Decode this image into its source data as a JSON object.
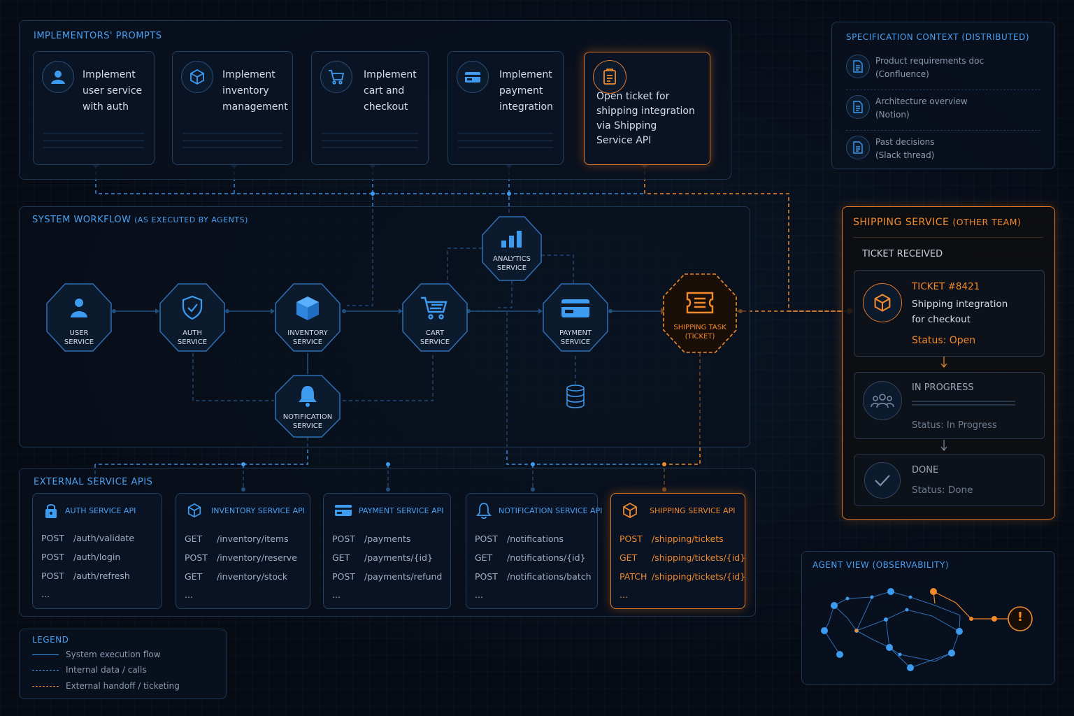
{
  "prompts": {
    "title": "IMPLEMENTORS' PROMPTS",
    "cards": [
      {
        "line1": "Implement",
        "line2": "user service",
        "line3": "with auth",
        "icon": "user-icon"
      },
      {
        "line1": "Implement",
        "line2": "inventory",
        "line3": "management",
        "icon": "box-icon"
      },
      {
        "line1": "Implement",
        "line2": "cart and",
        "line3": "checkout",
        "icon": "cart-icon"
      },
      {
        "line1": "Implement",
        "line2": "payment",
        "line3": "integration",
        "icon": "card-icon"
      },
      {
        "line1": "Open ticket for",
        "line2": "shipping integration",
        "line3": "via Shipping",
        "line4": "Service API",
        "icon": "ticket-icon"
      }
    ]
  },
  "spec": {
    "title": "SPECIFICATION CONTEXT (DISTRIBUTED)",
    "items": [
      {
        "name": "Product requirements doc",
        "source": "(Confluence)"
      },
      {
        "name": "Architecture overview",
        "source": "(Notion)"
      },
      {
        "name": "Past decisions",
        "source": "(Slack thread)"
      }
    ]
  },
  "workflow": {
    "title": "SYSTEM WORKFLOW",
    "subtitle": "(AS EXECUTED BY AGENTS)",
    "nodes": {
      "user": [
        "USER",
        "SERVICE"
      ],
      "auth": [
        "AUTH",
        "SERVICE"
      ],
      "inventory": [
        "INVENTORY",
        "SERVICE"
      ],
      "cart": [
        "CART",
        "SERVICE"
      ],
      "payment": [
        "PAYMENT",
        "SERVICE"
      ],
      "analytics": [
        "ANALYTICS",
        "SERVICE"
      ],
      "notification": [
        "NOTIFICATION",
        "SERVICE"
      ],
      "shipping": [
        "SHIPPING TASK",
        "(TICKET)"
      ]
    }
  },
  "shipping": {
    "title": "SHIPPING SERVICE",
    "subtitle": "(OTHER TEAM)",
    "received": "TICKET RECEIVED",
    "ticket_id": "TICKET #8421",
    "ticket_desc1": "Shipping integration",
    "ticket_desc2": "for checkout",
    "status_open": "Status: Open",
    "progress_label": "IN PROGRESS",
    "status_progress": "Status: In Progress",
    "done_label": "DONE",
    "status_done": "Status: Done"
  },
  "apis": {
    "title": "EXTERNAL SERVICE APIS",
    "cards": [
      {
        "title": "AUTH SERVICE API",
        "rows": [
          [
            "POST",
            "/auth/validate"
          ],
          [
            "POST",
            "/auth/login"
          ],
          [
            "POST",
            "/auth/refresh"
          ]
        ],
        "more": "..."
      },
      {
        "title": "INVENTORY SERVICE API",
        "rows": [
          [
            "GET",
            "/inventory/items"
          ],
          [
            "POST",
            "/inventory/reserve"
          ],
          [
            "GET",
            "/inventory/stock"
          ]
        ],
        "more": "..."
      },
      {
        "title": "PAYMENT SERVICE API",
        "rows": [
          [
            "POST",
            "/payments"
          ],
          [
            "GET",
            "/payments/{id}"
          ],
          [
            "POST",
            "/payments/refund"
          ]
        ],
        "more": "..."
      },
      {
        "title": "NOTIFICATION SERVICE API",
        "rows": [
          [
            "POST",
            "/notifications"
          ],
          [
            "GET",
            "/notifications/{id}"
          ],
          [
            "POST",
            "/notifications/batch"
          ]
        ],
        "more": "..."
      },
      {
        "title": "SHIPPING SERVICE API",
        "rows": [
          [
            "POST",
            "/shipping/tickets"
          ],
          [
            "GET",
            "/shipping/tickets/{id}"
          ],
          [
            "PATCH",
            "/shipping/tickets/{id}"
          ]
        ],
        "more": "..."
      }
    ]
  },
  "legend": {
    "title": "LEGEND",
    "solid": "System execution flow",
    "dashed": "Internal data / calls",
    "orange": "External handoff / ticketing"
  },
  "agent_view": {
    "title": "AGENT VIEW (OBSERVABILITY)",
    "alert": "!"
  },
  "colors": {
    "blue": "#3d9bf0",
    "orange": "#f08a2c",
    "panel_border": "#1f3550"
  }
}
